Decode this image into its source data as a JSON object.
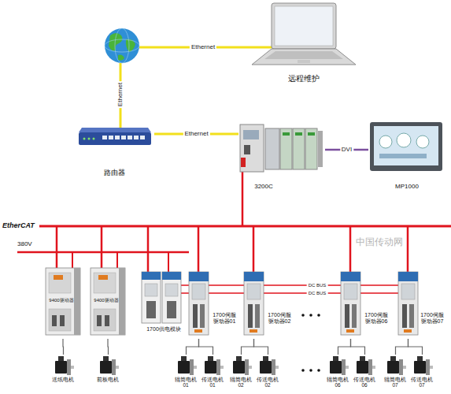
{
  "diagram": {
    "nodes": [
      {
        "text": [
          "远程维护"
        ]
      },
      {
        "text": [
          "路由器"
        ]
      },
      {
        "text": [
          "3200C"
        ]
      },
      {
        "text": [
          "MP1000"
        ]
      },
      {
        "text": [
          "9400驱动器"
        ]
      },
      {
        "text": [
          "9400驱动器"
        ]
      },
      {
        "text": [
          "1700供电模块"
        ]
      },
      {
        "text": [
          "1700伺服 驱动器01"
        ]
      },
      {
        "text": [
          "1700伺服 驱动器02"
        ]
      },
      {
        "text": [
          "1700伺服 驱动器06"
        ]
      },
      {
        "text": [
          "1700伺服 驱动器07"
        ]
      },
      {
        "text": [
          "送纸电机"
        ]
      },
      {
        "text": [
          "前板电机"
        ]
      },
      {
        "text": [
          "辊筒电机 01"
        ]
      },
      {
        "text": [
          "传送电机 01"
        ]
      },
      {
        "text": [
          "辊筒电机 02"
        ]
      },
      {
        "text": [
          "传送电机 02"
        ]
      },
      {
        "text": [
          "辊筒电机 06"
        ]
      },
      {
        "text": [
          "传送电机 06"
        ]
      },
      {
        "text": [
          "辊筒电机 07"
        ]
      },
      {
        "text": [
          "传送电机 07"
        ]
      }
    ],
    "edges": [
      {
        "from": 1,
        "to": 2,
        "arrow": "none",
        "label": "Ethernet"
      },
      {
        "from": 2,
        "to": 3,
        "arrow": "none",
        "label": "DVI"
      },
      {
        "from": 4,
        "to": 11,
        "arrow": "none"
      },
      {
        "from": 5,
        "to": 12,
        "arrow": "none"
      },
      {
        "from": 7,
        "to": 13,
        "arrow": "none"
      },
      {
        "from": 7,
        "to": 14,
        "arrow": "none"
      },
      {
        "from": 8,
        "to": 15,
        "arrow": "none"
      },
      {
        "from": 8,
        "to": 16,
        "arrow": "none"
      },
      {
        "from": 9,
        "to": 17,
        "arrow": "none"
      },
      {
        "from": 9,
        "to": 18,
        "arrow": "none"
      },
      {
        "from": 10,
        "to": 19,
        "arrow": "none"
      },
      {
        "from": 10,
        "to": 20,
        "arrow": "none"
      }
    ],
    "labels": [
      "Ethernet",
      "Ethernet",
      "EtherCAT",
      "380V",
      "DC BUS",
      "DC BUS",
      "中国传动网"
    ]
  }
}
